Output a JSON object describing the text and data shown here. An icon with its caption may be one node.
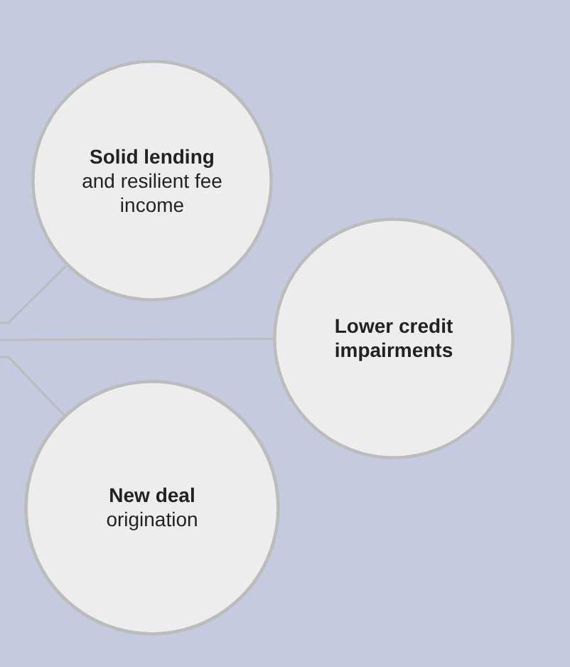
{
  "diagram": {
    "nodes": [
      {
        "text": [
          "Solid lending",
          "and resilient fee income"
        ]
      },
      {
        "text": [
          "Lower credit impairments"
        ]
      },
      {
        "text": [
          "New deal",
          "origination"
        ]
      }
    ],
    "edges": [
      {
        "from": null,
        "to": 0,
        "arrow": "none"
      },
      {
        "from": null,
        "to": 1,
        "arrow": "none"
      },
      {
        "from": null,
        "to": 2,
        "arrow": "none"
      }
    ]
  }
}
